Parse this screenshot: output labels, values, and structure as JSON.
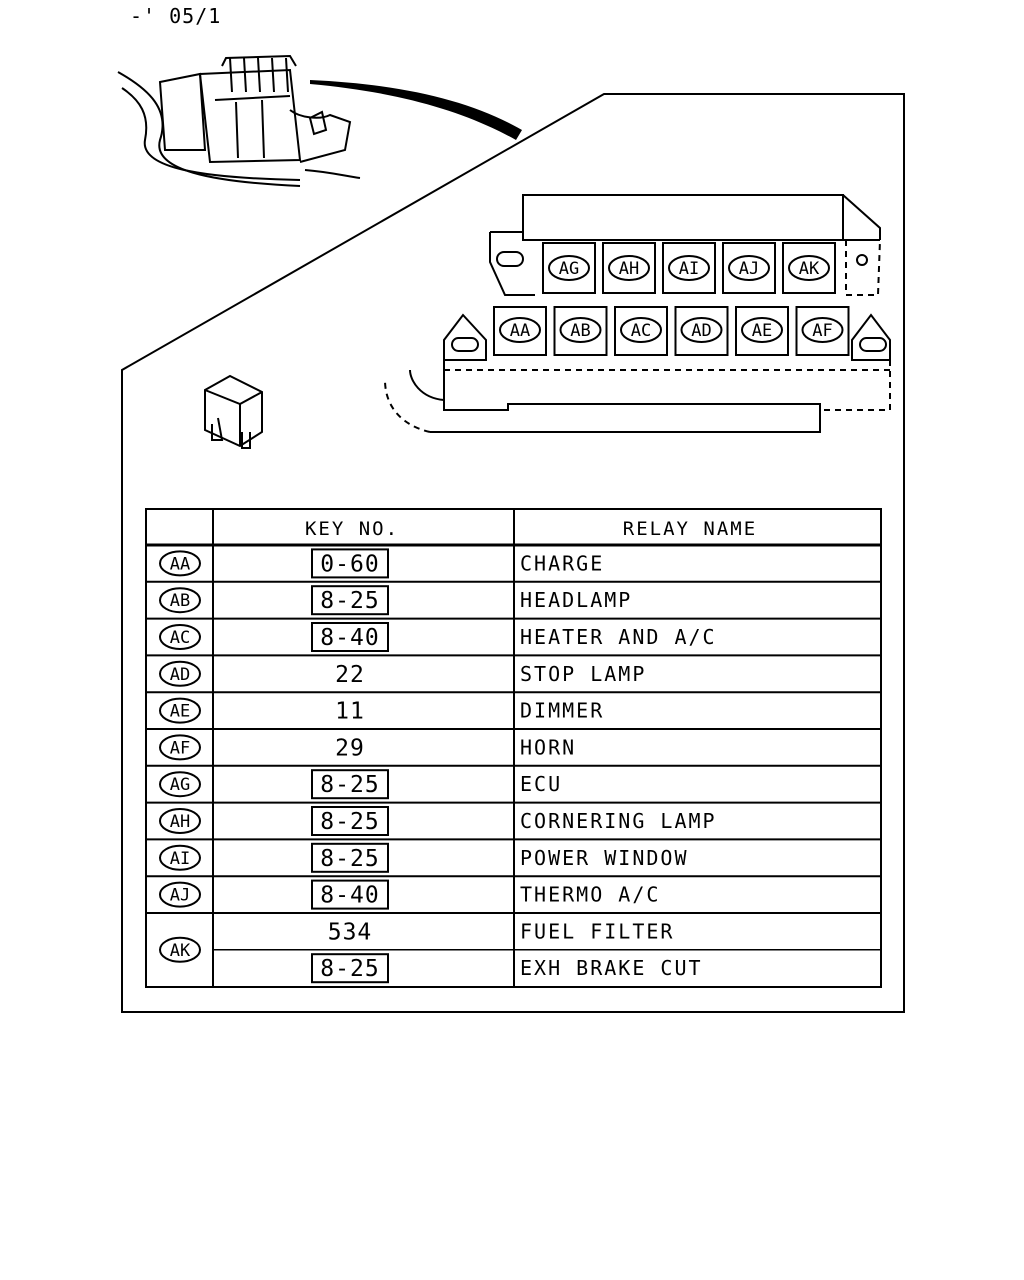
{
  "page_code": "-' 05/1",
  "relay_block": {
    "upper_row": [
      "AG",
      "AH",
      "AI",
      "AJ",
      "AK"
    ],
    "lower_row": [
      "AA",
      "AB",
      "AC",
      "AD",
      "AE",
      "AF"
    ]
  },
  "table": {
    "header_key": "KEY NO.",
    "header_name": "RELAY NAME",
    "rows": [
      {
        "code": "AA",
        "entries": [
          {
            "key": "0-60",
            "boxed": true,
            "name": "CHARGE"
          }
        ]
      },
      {
        "code": "AB",
        "entries": [
          {
            "key": "8-25",
            "boxed": true,
            "name": "HEADLAMP"
          }
        ]
      },
      {
        "code": "AC",
        "entries": [
          {
            "key": "8-40",
            "boxed": true,
            "name": "HEATER AND A/C"
          }
        ]
      },
      {
        "code": "AD",
        "entries": [
          {
            "key": "22",
            "boxed": false,
            "name": "STOP LAMP"
          }
        ]
      },
      {
        "code": "AE",
        "entries": [
          {
            "key": "11",
            "boxed": false,
            "name": "DIMMER"
          }
        ]
      },
      {
        "code": "AF",
        "entries": [
          {
            "key": "29",
            "boxed": false,
            "name": "HORN"
          }
        ]
      },
      {
        "code": "AG",
        "entries": [
          {
            "key": "8-25",
            "boxed": true,
            "name": "ECU"
          }
        ]
      },
      {
        "code": "AH",
        "entries": [
          {
            "key": "8-25",
            "boxed": true,
            "name": "CORNERING LAMP"
          }
        ]
      },
      {
        "code": "AI",
        "entries": [
          {
            "key": "8-25",
            "boxed": true,
            "name": "POWER WINDOW"
          }
        ]
      },
      {
        "code": "AJ",
        "entries": [
          {
            "key": "8-40",
            "boxed": true,
            "name": "THERMO A/C"
          }
        ]
      },
      {
        "code": "AK",
        "entries": [
          {
            "key": "534",
            "boxed": false,
            "name": "FUEL FILTER"
          },
          {
            "key": "8-25",
            "boxed": true,
            "name": "EXH BRAKE CUT"
          }
        ]
      }
    ]
  }
}
